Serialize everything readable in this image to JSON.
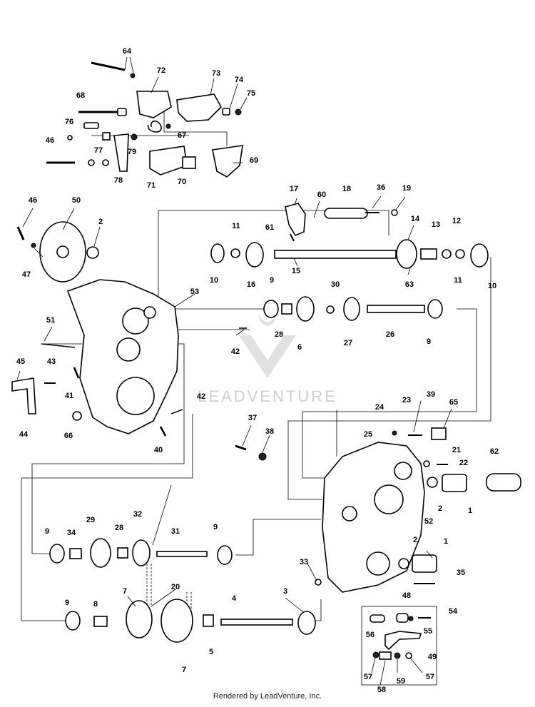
{
  "watermark": {
    "text": "LEADVENTURE"
  },
  "footer": {
    "text": "Rendered by LeadVenture, Inc."
  },
  "callouts": [
    {
      "id": "c64",
      "num": "64"
    },
    {
      "id": "c72",
      "num": "72"
    },
    {
      "id": "c73",
      "num": "73"
    },
    {
      "id": "c74",
      "num": "74"
    },
    {
      "id": "c75",
      "num": "75"
    },
    {
      "id": "c68",
      "num": "68"
    },
    {
      "id": "c76",
      "num": "76"
    },
    {
      "id": "c67",
      "num": "67"
    },
    {
      "id": "c46a",
      "num": "46"
    },
    {
      "id": "c77",
      "num": "77"
    },
    {
      "id": "c79",
      "num": "79"
    },
    {
      "id": "c69",
      "num": "69"
    },
    {
      "id": "c78",
      "num": "78"
    },
    {
      "id": "c71",
      "num": "71"
    },
    {
      "id": "c70",
      "num": "70"
    },
    {
      "id": "c17",
      "num": "17"
    },
    {
      "id": "c60",
      "num": "60"
    },
    {
      "id": "c18",
      "num": "18"
    },
    {
      "id": "c36",
      "num": "36"
    },
    {
      "id": "c19",
      "num": "19"
    },
    {
      "id": "c46b",
      "num": "46"
    },
    {
      "id": "c50",
      "num": "50"
    },
    {
      "id": "c2a",
      "num": "2"
    },
    {
      "id": "c61",
      "num": "61"
    },
    {
      "id": "c11a",
      "num": "11"
    },
    {
      "id": "c14",
      "num": "14"
    },
    {
      "id": "c13",
      "num": "13"
    },
    {
      "id": "c12",
      "num": "12"
    },
    {
      "id": "c47",
      "num": "47"
    },
    {
      "id": "c10a",
      "num": "10"
    },
    {
      "id": "c16",
      "num": "16"
    },
    {
      "id": "c15",
      "num": "15"
    },
    {
      "id": "c63",
      "num": "63"
    },
    {
      "id": "c11b",
      "num": "11"
    },
    {
      "id": "c10b",
      "num": "10"
    },
    {
      "id": "c9a",
      "num": "9"
    },
    {
      "id": "c30",
      "num": "30"
    },
    {
      "id": "c53",
      "num": "53"
    },
    {
      "id": "c28a",
      "num": "28"
    },
    {
      "id": "c6",
      "num": "6"
    },
    {
      "id": "c27",
      "num": "27"
    },
    {
      "id": "c26",
      "num": "26"
    },
    {
      "id": "c9b",
      "num": "9"
    },
    {
      "id": "c51",
      "num": "51"
    },
    {
      "id": "c42a",
      "num": "42"
    },
    {
      "id": "c45",
      "num": "45"
    },
    {
      "id": "c43",
      "num": "43"
    },
    {
      "id": "c41",
      "num": "41"
    },
    {
      "id": "c42b",
      "num": "42"
    },
    {
      "id": "c24",
      "num": "24"
    },
    {
      "id": "c23",
      "num": "23"
    },
    {
      "id": "c39",
      "num": "39"
    },
    {
      "id": "c65",
      "num": "65"
    },
    {
      "id": "c44",
      "num": "44"
    },
    {
      "id": "c66",
      "num": "66"
    },
    {
      "id": "c25",
      "num": "25"
    },
    {
      "id": "c37",
      "num": "37"
    },
    {
      "id": "c38",
      "num": "38"
    },
    {
      "id": "c40",
      "num": "40"
    },
    {
      "id": "c21",
      "num": "21"
    },
    {
      "id": "c22",
      "num": "22"
    },
    {
      "id": "c62",
      "num": "62"
    },
    {
      "id": "c2b",
      "num": "2"
    },
    {
      "id": "c1a",
      "num": "1"
    },
    {
      "id": "c52",
      "num": "52"
    },
    {
      "id": "c9c",
      "num": "9"
    },
    {
      "id": "c34",
      "num": "34"
    },
    {
      "id": "c29",
      "num": "29"
    },
    {
      "id": "c28b",
      "num": "28"
    },
    {
      "id": "c32",
      "num": "32"
    },
    {
      "id": "c31",
      "num": "31"
    },
    {
      "id": "c9d",
      "num": "9"
    },
    {
      "id": "c2c",
      "num": "2"
    },
    {
      "id": "c1b",
      "num": "1"
    },
    {
      "id": "c33",
      "num": "33"
    },
    {
      "id": "c35",
      "num": "35"
    },
    {
      "id": "c20",
      "num": "20"
    },
    {
      "id": "c7a",
      "num": "7"
    },
    {
      "id": "c4",
      "num": "4"
    },
    {
      "id": "c3",
      "num": "3"
    },
    {
      "id": "c48",
      "num": "48"
    },
    {
      "id": "c9e",
      "num": "9"
    },
    {
      "id": "c8",
      "num": "8"
    },
    {
      "id": "c54",
      "num": "54"
    },
    {
      "id": "c56",
      "num": "56"
    },
    {
      "id": "c55",
      "num": "55"
    },
    {
      "id": "c5",
      "num": "5"
    },
    {
      "id": "c49",
      "num": "49"
    },
    {
      "id": "c7b",
      "num": "7"
    },
    {
      "id": "c57a",
      "num": "57"
    },
    {
      "id": "c59",
      "num": "59"
    },
    {
      "id": "c57b",
      "num": "57"
    },
    {
      "id": "c58",
      "num": "58"
    }
  ]
}
